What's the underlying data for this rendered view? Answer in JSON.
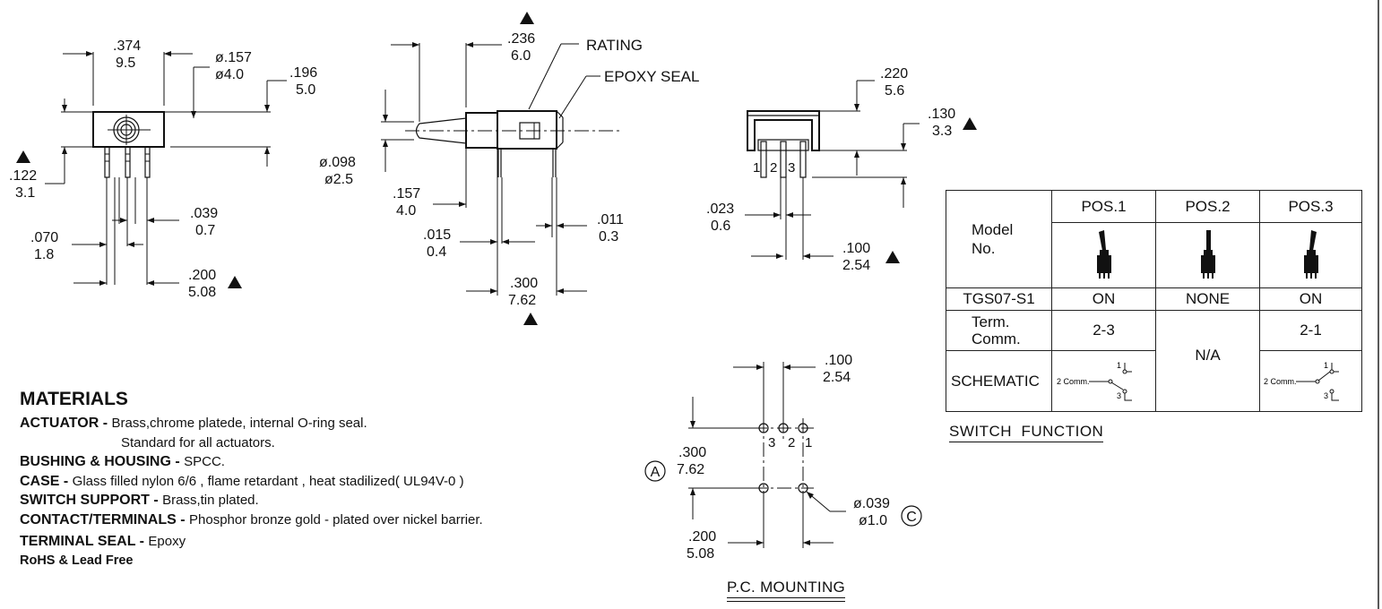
{
  "side_view": {
    "dim_374": ".374",
    "dim_9_5": "9.5",
    "dim_157d": "ø.157",
    "dim_4_0d": "ø4.0",
    "dim_196": ".196",
    "dim_5_0": "5.0",
    "dim_122": ".122",
    "dim_3_1": "3.1",
    "dim_039": ".039",
    "dim_0_7": "0.7",
    "dim_070": ".070",
    "dim_1_8": "1.8",
    "dim_200": ".200",
    "dim_5_08": "5.08"
  },
  "front_view": {
    "dim_236": ".236",
    "dim_6_0": "6.0",
    "rating": "RATING",
    "epoxy_seal": "EPOXY SEAL",
    "dim_098d": "ø.098",
    "dim_2_5d": "ø2.5",
    "dim_157": ".157",
    "dim_4_0": "4.0",
    "dim_015": ".015",
    "dim_0_4": "0.4",
    "dim_011": ".011",
    "dim_0_3": "0.3",
    "dim_300": ".300",
    "dim_7_62": "7.62"
  },
  "end_view": {
    "dim_220": ".220",
    "dim_5_6": "5.6",
    "dim_130": ".130",
    "dim_3_3": "3.3",
    "pin1": "1",
    "pin2": "2",
    "pin3": "3",
    "dim_023": ".023",
    "dim_0_6": "0.6",
    "dim_100": ".100",
    "dim_2_54": "2.54"
  },
  "pc_mounting": {
    "dim_100": ".100",
    "dim_2_54": "2.54",
    "pin3": "3",
    "pin2": "2",
    "pin1": "1",
    "dim_300": ".300",
    "dim_7_62": "7.62",
    "dim_039d": "ø.039",
    "dim_1_0d": "ø1.0",
    "dim_200": ".200",
    "dim_5_08": "5.08",
    "marker_a": "A",
    "marker_c": "C",
    "caption": "P.C. MOUNTING"
  },
  "materials": {
    "heading": "MATERIALS",
    "actuator_key": "ACTUATOR - ",
    "actuator_val": "Brass,chrome platede, internal O-ring seal.",
    "actuator_val2": "Standard for all actuators.",
    "bushing_key": "BUSHING & HOUSING - ",
    "bushing_val": "SPCC.",
    "case_key": "CASE - ",
    "case_val": "Glass filled nylon 6/6 , flame retardant , heat stadilized( UL94V-0 )",
    "support_key": "SWITCH SUPPORT - ",
    "support_val": "Brass,tin plated.",
    "contact_key": "CONTACT/TERMINALS - ",
    "contact_val": "Phosphor bronze gold - plated over nickel barrier.",
    "seal_key": "TERMINAL SEAL - ",
    "seal_val": "Epoxy",
    "rohs": "RoHS & Lead Free"
  },
  "switch_function": {
    "model_label_1": "Model",
    "model_label_2": "No.",
    "headers": [
      "POS.1",
      "POS.2",
      "POS.3"
    ],
    "model_no": "TGS07-S1",
    "pos_values": [
      "ON",
      "NONE",
      "ON"
    ],
    "term_label_1": "Term.",
    "term_label_2": "Comm.",
    "term_values": [
      "2-3",
      "N/A",
      "2-1"
    ],
    "schematic_label": "SCHEMATIC",
    "schem_comm": "2 Comm.",
    "schem_pin1": "1",
    "schem_pin3": "3",
    "caption": "SWITCH  FUNCTION"
  }
}
